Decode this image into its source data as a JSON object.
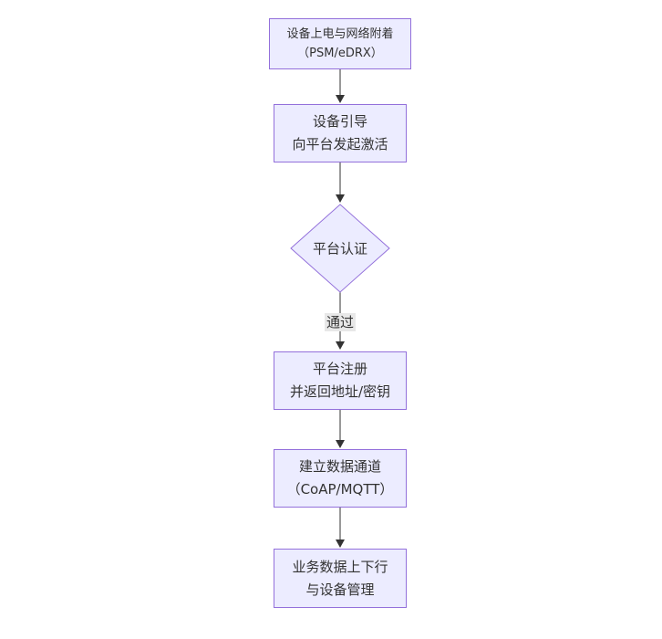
{
  "diagram": {
    "nodes": {
      "power": {
        "line1": "设备上电与网络附着",
        "line2": "（PSM/eDRX）"
      },
      "bootstrap": {
        "line1": "设备引导",
        "line2": "向平台发起激活"
      },
      "register": {
        "line1": "平台注册",
        "line2": "并返回地址/密钥"
      },
      "channel": {
        "line1": "建立数据通道",
        "line2": "（CoAP/MQTT）"
      },
      "business": {
        "line1": "业务数据上下行",
        "line2": "与设备管理"
      }
    },
    "decision": {
      "label": "平台认证"
    },
    "edges": {
      "pass_label": "通过"
    },
    "colors": {
      "node_fill": "#ECECFF",
      "node_border": "#9370DB",
      "edge": "#333333",
      "label_bg": "#e8e8e8",
      "text": "#333333"
    }
  }
}
